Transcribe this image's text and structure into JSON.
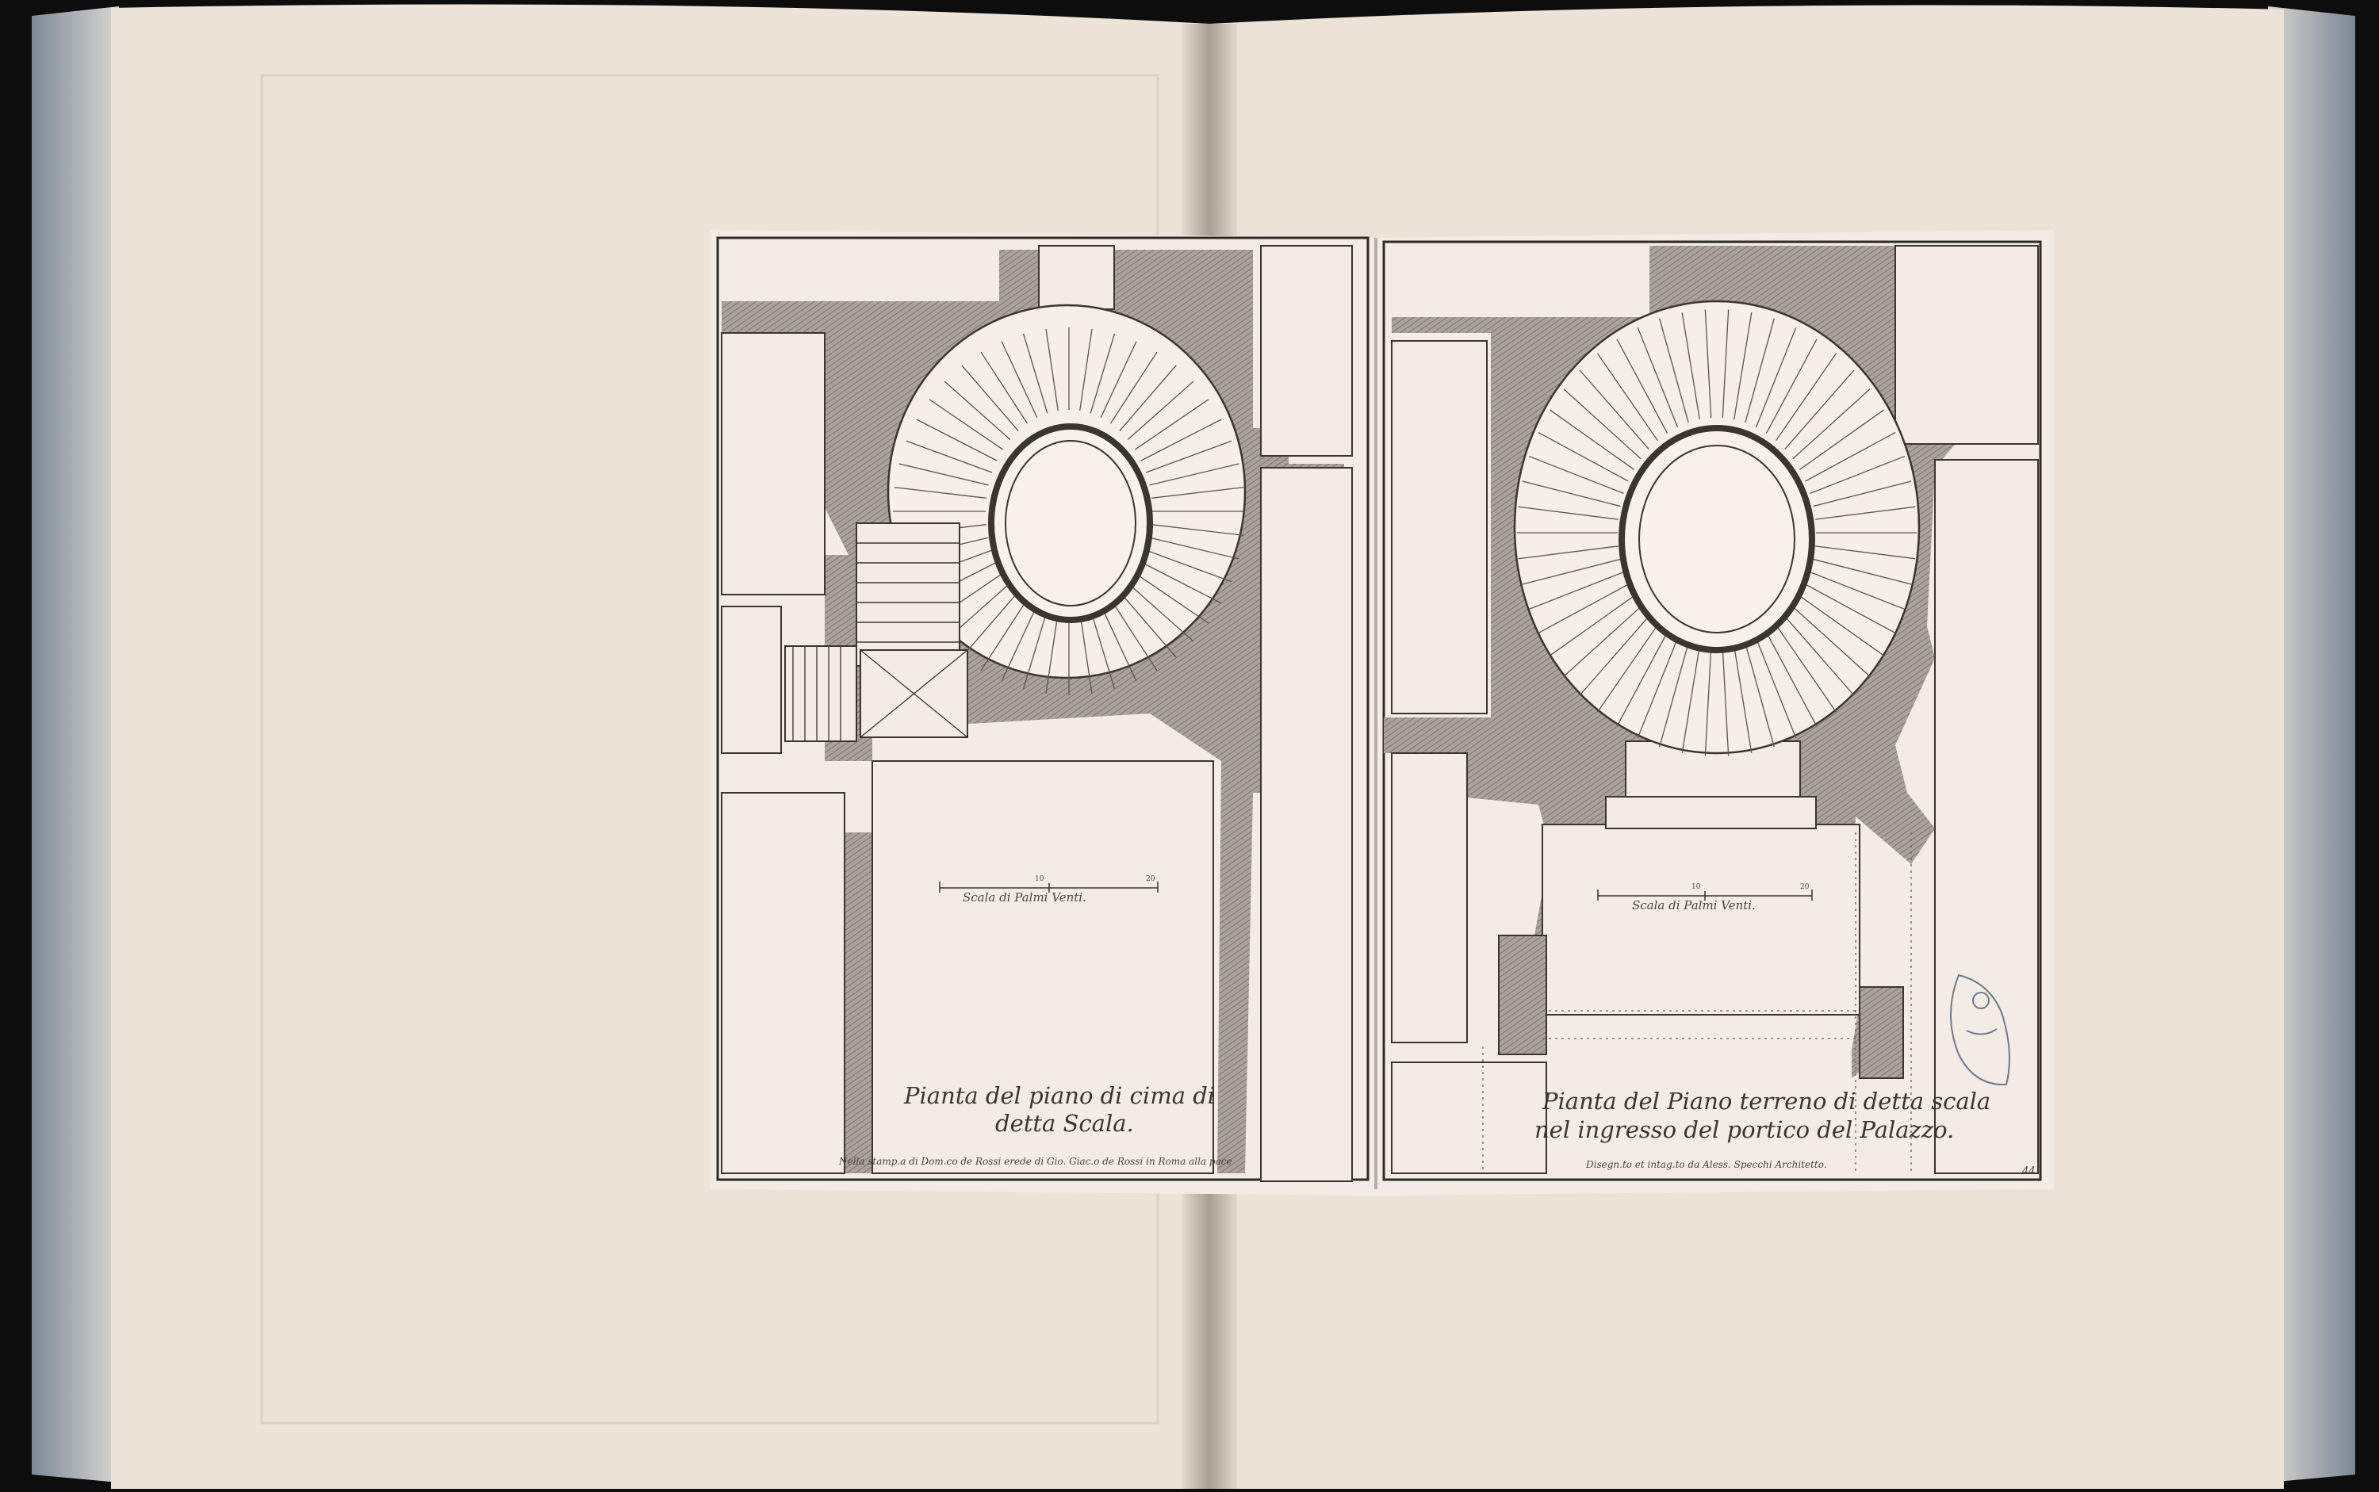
{
  "plates": {
    "left": {
      "title_line1": "Pianta del piano di cima di",
      "title_line2": "detta Scala.",
      "scale_label": "Scala di Palmi Venti.",
      "scale_mid": "10",
      "scale_end": "20",
      "credit": "Nella stamp.a di Dom.co de Rossi erede di Gio. Giac.o de Rossi in Roma alla pace"
    },
    "right": {
      "title_line1": "Pianta del Piano terreno di detta scala",
      "title_line2": "nel ingresso del portico del Palazzo.",
      "scale_label": "Scala di Palmi Venti.",
      "scale_mid": "10",
      "scale_end": "20",
      "credit": "Disegn.to et intag.to da Aless. Specchi Architetto.",
      "page_number": "44"
    }
  },
  "colors": {
    "background": "#0d0d0d",
    "page": "#ece2d7",
    "paper": "#f2ebe3",
    "wall_shade": "#a39d97",
    "ink": "#3a3530"
  }
}
